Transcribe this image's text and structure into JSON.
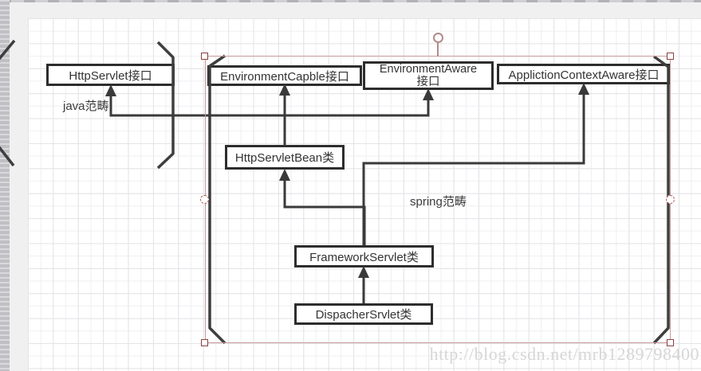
{
  "watermark": {
    "text": "http://blog.csdn.net/mrb1289798400"
  },
  "scope_labels": {
    "java": "java范畴",
    "spring": "spring范畴"
  },
  "nodes": {
    "httpservlet": {
      "label": "HttpServlet接口"
    },
    "envcapble": {
      "label": "EnvironmentCapble接口"
    },
    "envaware": {
      "line1": "EnvironmentAware",
      "line2": "接口"
    },
    "appctxaware": {
      "label": "ApplictionContextAware接口"
    },
    "httpservletbean": {
      "label": "HttpServletBean类"
    },
    "frameworkservlet": {
      "label": "FrameworkServlet类"
    },
    "dispacherservlet": {
      "label": "DispacherSrvlet类"
    }
  },
  "edges": [
    {
      "from": "HttpServletBean类",
      "to": "HttpServlet接口"
    },
    {
      "from": "HttpServletBean类",
      "to": "EnvironmentCapble接口"
    },
    {
      "from": "HttpServletBean类",
      "to": "EnvironmentAware接口"
    },
    {
      "from": "FrameworkServlet类",
      "to": "HttpServletBean类"
    },
    {
      "from": "FrameworkServlet类",
      "to": "ApplictionContextAware接口"
    },
    {
      "from": "DispacherSrvlet类",
      "to": "FrameworkServlet类"
    }
  ],
  "colors": {
    "node_border": "#2d2d2d",
    "edge": "#3a3a3a",
    "bracket": "#3e3e3e",
    "selection_line": "#c89b9b",
    "handle_border": "#8c4040",
    "rotation_handle": "#b28a8a",
    "watermark": "#d6d6d6",
    "canvas": "#ffffff",
    "chrome": "#f0f0f1"
  }
}
